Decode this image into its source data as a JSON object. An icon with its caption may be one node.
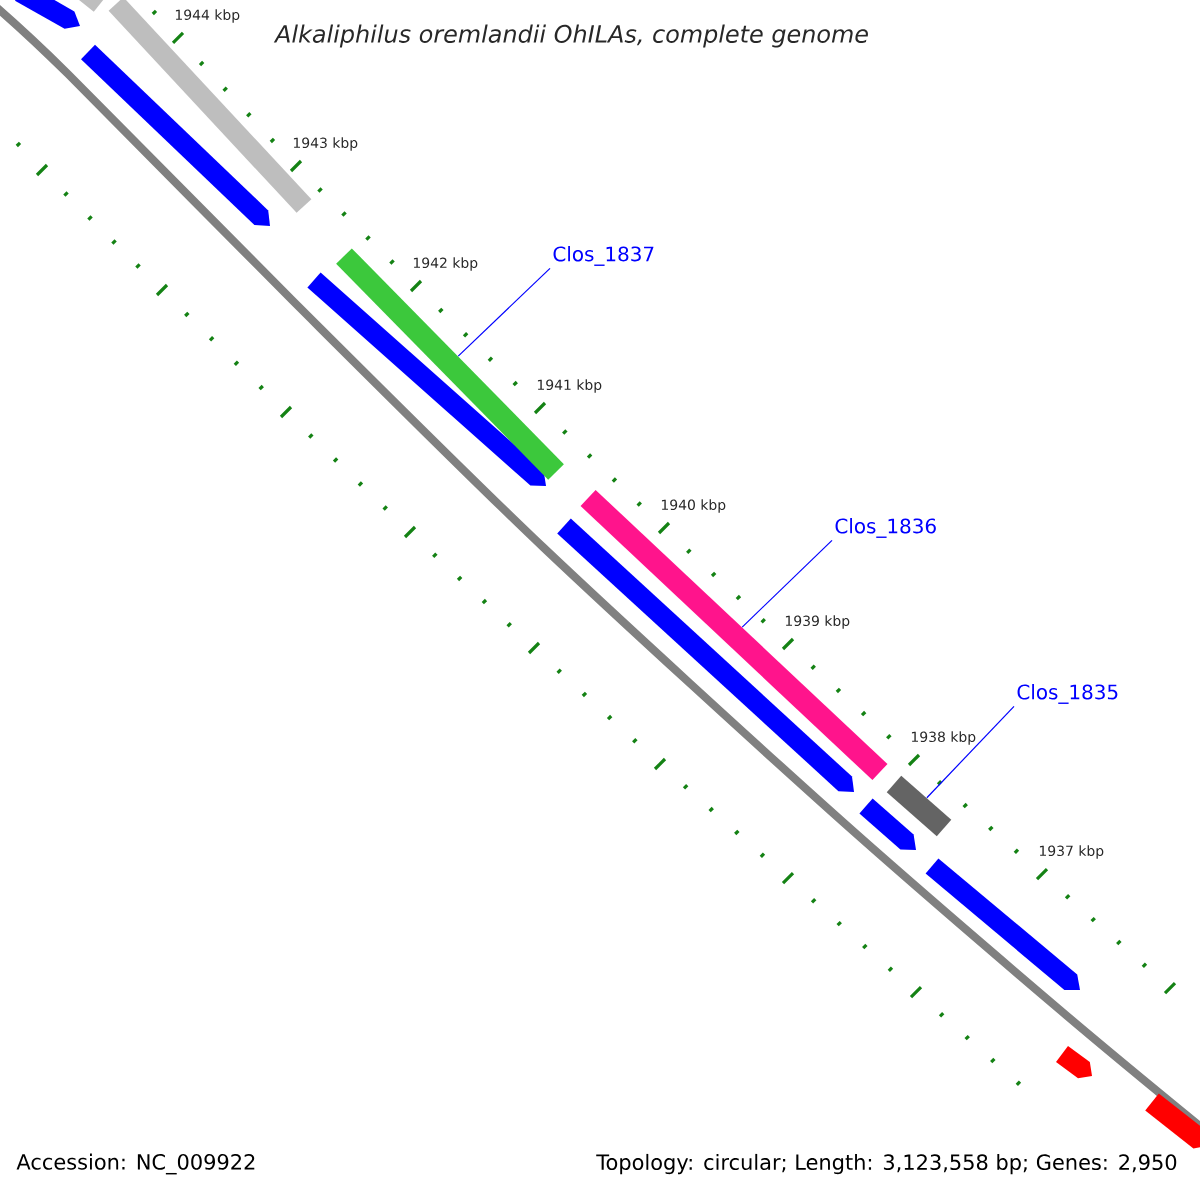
{
  "diagram": {
    "title": "Alkaliphilus oremlandii OhILAs, complete genome",
    "nodes": [
      {
        "text": [
          "Clos_1837"
        ]
      },
      {
        "text": [
          "Clos_1836"
        ]
      },
      {
        "text": [
          "Clos_1835"
        ]
      },
      {
        "text": [],
        "shape": "bar"
      },
      {
        "text": [],
        "shape": "bar"
      },
      {
        "text": [],
        "shape": "bar"
      }
    ],
    "edges": [
      {
        "from": 0,
        "to": 3,
        "arrow": "none"
      },
      {
        "from": 1,
        "to": 4,
        "arrow": "none"
      },
      {
        "from": 2,
        "to": 5,
        "arrow": "none"
      }
    ],
    "labels": [
      "1944 kbp",
      "1943 kbp",
      "1942 kbp",
      "1941 kbp",
      "1940 kbp",
      "1939 kbp",
      "1938 kbp",
      "1937 kbp",
      "Accession: NC_009922",
      "Topology: circular; Length: 3,123,558 bp; Genes: 2,950"
    ]
  }
}
